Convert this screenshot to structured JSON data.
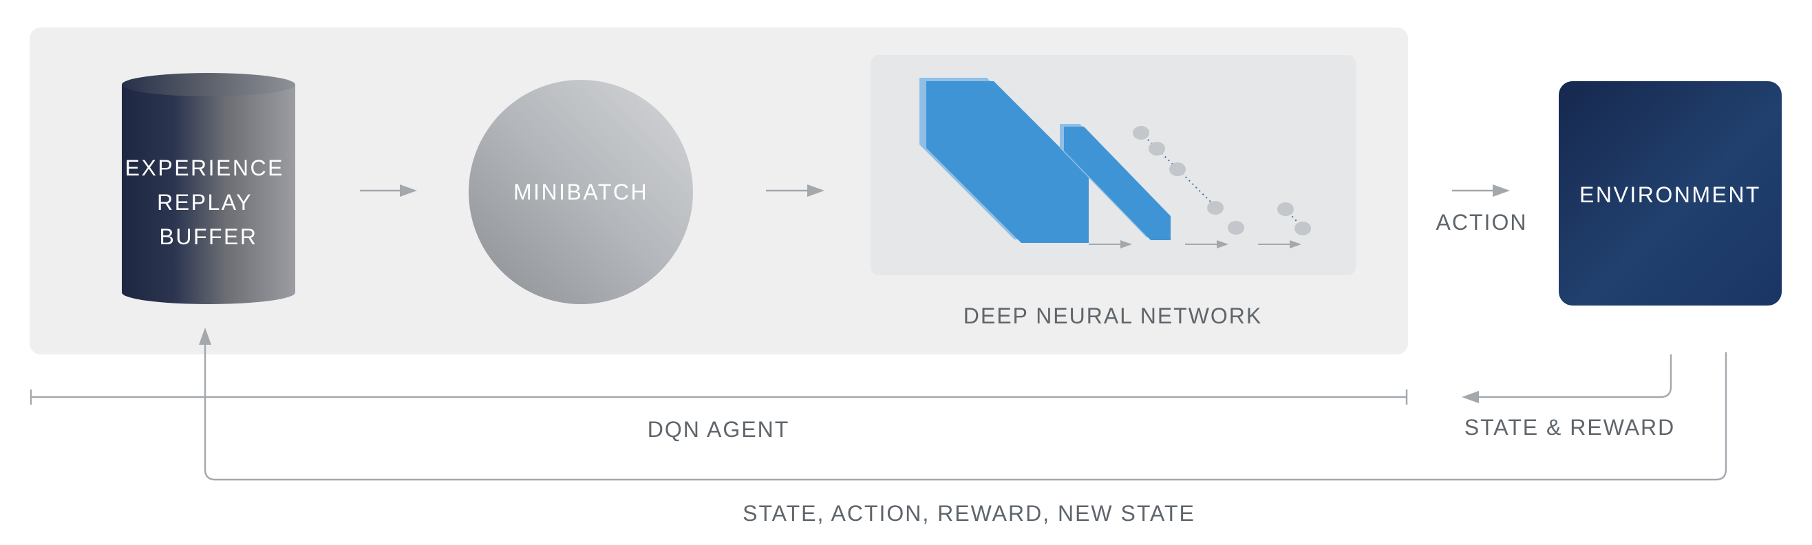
{
  "nodes": {
    "replay_buffer": {
      "lines": [
        "EXPERIENCE",
        "REPLAY",
        "BUFFER"
      ]
    },
    "minibatch": {
      "label": "MINIBATCH"
    },
    "dnn": {
      "label": "DEEP NEURAL NETWORK"
    },
    "environment": {
      "label": "ENVIRONMENT"
    }
  },
  "edges": {
    "action": "ACTION",
    "state_reward": "STATE & REWARD",
    "transition": "STATE, ACTION, REWARD, NEW STATE"
  },
  "agent": {
    "label": "DQN AGENT"
  },
  "colors": {
    "agent_panel": "#efefef",
    "dnn_panel": "#e6e7e8",
    "environment": "#1d3a66",
    "layer_blue": "#3f94d6",
    "arrow": "#a3a8ad",
    "text": "#5f656b"
  },
  "icons": {
    "replay_buffer": "cylinder-icon",
    "minibatch": "sphere-icon",
    "dnn": "neural-network-icon"
  }
}
